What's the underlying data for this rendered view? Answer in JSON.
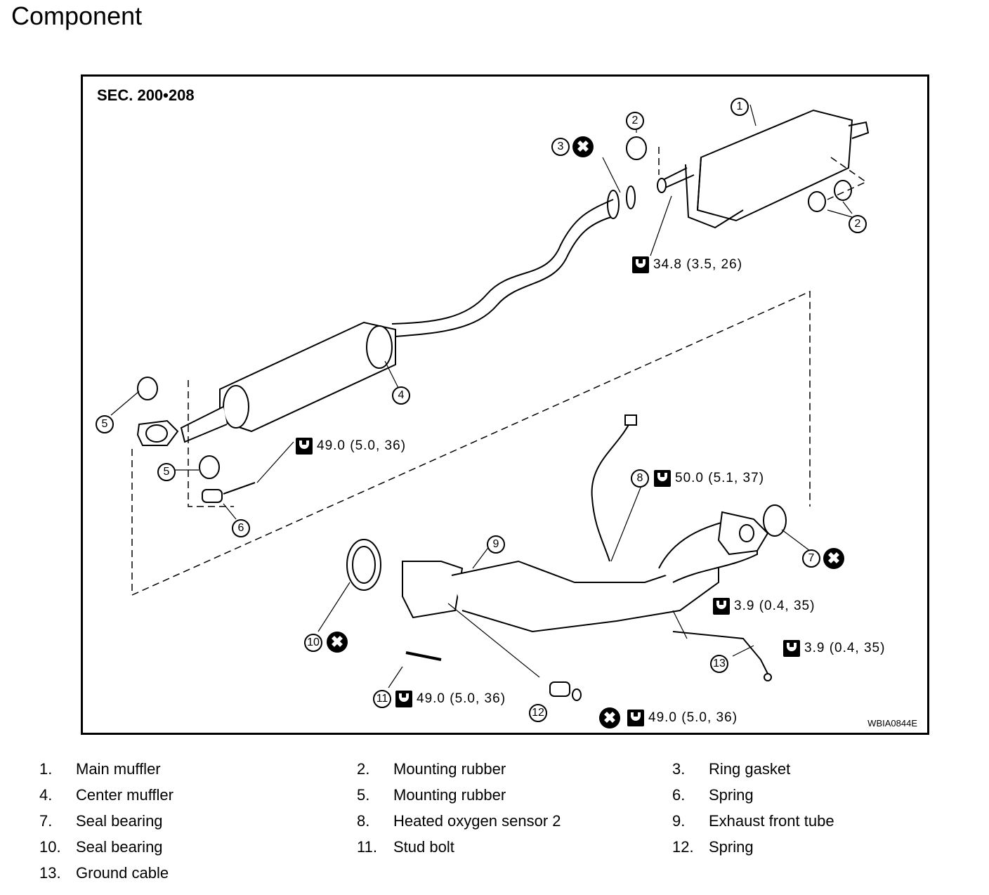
{
  "page": {
    "title": "Component"
  },
  "figure": {
    "section_label": "SEC. 200•208",
    "figure_code": "WBIA0844E",
    "torques": [
      "34.8 (3.5, 26)",
      "49.0 (5.0, 36)",
      "50.0 (5.1, 37)",
      "3.9 (0.4, 35)",
      "3.9 (0.4, 35)",
      "49.0 (5.0, 36)",
      "49.0 (5.0, 36)"
    ],
    "callouts": [
      "1",
      "2",
      "2",
      "3",
      "4",
      "5",
      "5",
      "6",
      "7",
      "8",
      "9",
      "10",
      "11",
      "12",
      "13"
    ],
    "nonreuse_symbol": "✖"
  },
  "legend": [
    {
      "num": "1.",
      "label": "Main muffler"
    },
    {
      "num": "2.",
      "label": "Mounting rubber"
    },
    {
      "num": "3.",
      "label": "Ring gasket"
    },
    {
      "num": "4.",
      "label": "Center muffler"
    },
    {
      "num": "5.",
      "label": "Mounting rubber"
    },
    {
      "num": "6.",
      "label": "Spring"
    },
    {
      "num": "7.",
      "label": "Seal bearing"
    },
    {
      "num": "8.",
      "label": "Heated oxygen sensor 2"
    },
    {
      "num": "9.",
      "label": "Exhaust front tube"
    },
    {
      "num": "10.",
      "label": "Seal bearing"
    },
    {
      "num": "11.",
      "label": "Stud bolt"
    },
    {
      "num": "12.",
      "label": "Spring"
    },
    {
      "num": "13.",
      "label": "Ground cable"
    }
  ]
}
